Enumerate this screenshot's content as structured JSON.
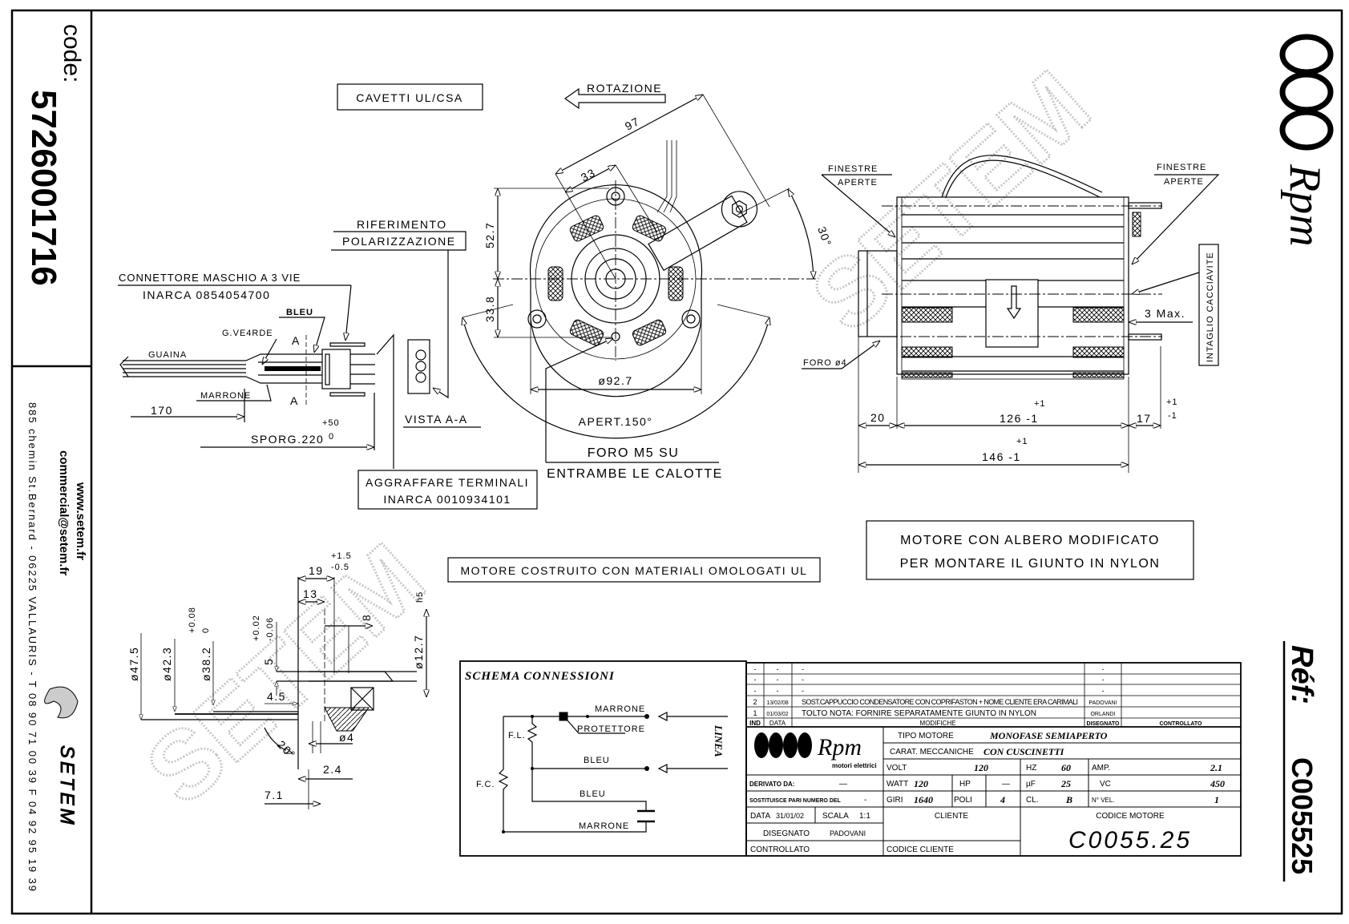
{
  "sidebar": {
    "code_label": "code:",
    "code": "5726001716",
    "website": "www.setem.fr",
    "email": "commercial@setem.fr",
    "address": "885 chemin St.Bernard - 06225 VALLAURIS - T 08 90 71 00 39  F 04 92 95 19 39",
    "logo": "SETEM"
  },
  "right_strip": {
    "logo": "Rpm",
    "ref_label": "Réf:",
    "ref": "C005525"
  },
  "watermark": "SETEM",
  "notes": {
    "cables": "CAVETTI UL/CSA",
    "rotation": "ROTAZIONE",
    "materials": "MOTORE COSTRUITO CON MATERIALI OMOLOGATI UL",
    "shaft_note_1": "MOTORE CON ALBERO MODIFICATO",
    "shaft_note_2": "PER MONTARE IL GIUNTO IN NYLON"
  },
  "connector": {
    "riferimento": "RIFERIMENTO",
    "polarizzazione": "POLARIZZAZIONE",
    "connettore": "CONNETTORE MASCHIO A 3 VIE",
    "connettore_code": "INARCA 0854054700",
    "bleu": "BLEU",
    "verde": "G.VE4RDE",
    "guaina": "GUAINA",
    "marrone": "MARRONE",
    "section": "A",
    "dim_170": "170",
    "sporg": "SPORG.220",
    "sporg_plus": "+50",
    "sporg_minus": "0",
    "vista": "VISTA A-A",
    "aggraffare": "AGGRAFFARE TERMINALI",
    "aggraffare_code": "INARCA 0010934101"
  },
  "front_view": {
    "dim_97": "97",
    "dim_33": "33",
    "dim_52_7": "52.7",
    "dim_33_8": "33.8",
    "dim_30": "30°",
    "dim_diam": "ø92.7",
    "apert": "APERT.150°",
    "foro_1": "FORO M5 SU",
    "foro_2": "ENTRAMBE LE CALOTTE"
  },
  "side_view": {
    "finestre": "FINESTRE",
    "aperte": "APERTE",
    "intaglio": "INTAGLIO CACCIAVITE",
    "max3": "3 Max.",
    "foro4": "FORO ø4",
    "dim_20": "20",
    "dim_126": "126 -1",
    "tol_plus1": "+1",
    "dim_17": "17",
    "tol_minus1": "-1",
    "dim_146": "146 -1"
  },
  "shaft": {
    "d47": "ø47.5",
    "d42": "ø42.3",
    "d38": "ø38.2",
    "d38_tol_plus": "+0.08",
    "d38_tol_minus": "0",
    "d5": "5",
    "d5_tol_plus": "+0.02",
    "d5_tol_minus": "-0.06",
    "l19": "19",
    "l19_tol_plus": "+1.5",
    "l19_tol_minus": "-0.5",
    "l13": "13",
    "l8": "8",
    "d12": "ø12.7",
    "d12_tol": "h5",
    "l4_5": "4.5",
    "angle": "20°",
    "hole": "ø4",
    "l2_4": "2.4",
    "l7_1": "7.1"
  },
  "schema": {
    "title": "SCHEMA CONNESSIONI",
    "marrone": "MARRONE",
    "protettore": "PROTETTORE",
    "bleu": "BLEU",
    "bleu2": "BLEU",
    "marrone2": "MARRONE",
    "fl": "F.L.",
    "fc": "F.C.",
    "linea": "LINEA"
  },
  "revisions": {
    "rows": [
      {
        "ind": "-",
        "data": "-",
        "modifiche": "-",
        "disegnato": "-",
        "controllato": ""
      },
      {
        "ind": "-",
        "data": "-",
        "modifiche": "-",
        "disegnato": "-",
        "controllato": ""
      },
      {
        "ind": "-",
        "data": "-",
        "modifiche": "-",
        "disegnato": "-",
        "controllato": ""
      },
      {
        "ind": "2",
        "data": "13/02/08",
        "modifiche": "SOST.CAPPUCCIO CONDENSATORE CON COPRIFASTON + NOME CLIENTE ERA CARIMALI",
        "disegnato": "PADOVANI",
        "controllato": ""
      },
      {
        "ind": "1",
        "data": "01/03/02",
        "modifiche": "TOLTO NOTA: FORNIRE SEPARATAMENTE GIUNTO IN NYLON",
        "disegnato": "ORLANDI",
        "controllato": ""
      }
    ],
    "headers": {
      "ind": "IND",
      "data": "DATA",
      "modifiche": "MODIFICHE",
      "disegnato": "DISEGNATO",
      "controllato": "CONTROLLATO"
    }
  },
  "title_block": {
    "logo": "Rpm",
    "logo_sub": "motori elettrici",
    "tipo_label": "TIPO MOTORE",
    "tipo": "MONOFASE SEMIAPERTO",
    "carat_label": "CARAT. MECCANICHE",
    "carat": "CON CUSCINETTI",
    "volt_label": "VOLT",
    "volt": "120",
    "hz_label": "HZ",
    "hz": "60",
    "amp_label": "AMP.",
    "amp": "2.1",
    "watt_label": "WATT",
    "watt": "120",
    "hp_label": "HP",
    "hp": "—",
    "uf_label": "µF",
    "uf": "25",
    "vc_label": "VC",
    "vc": "450",
    "giri_label": "GIRI",
    "giri": "1640",
    "poli_label": "POLI",
    "poli": "4",
    "cl_label": "CL.",
    "cl": "B",
    "nvel_label": "N° VEL.",
    "nvel": "1",
    "derivato_label": "DERIVATO DA:",
    "derivato": "—",
    "sostituisce_label": "SOSTITUISCE PARI NUMERO DEL",
    "sostituisce": "-",
    "data_label": "DATA",
    "data": "31/01/02",
    "scala_label": "SCALA",
    "scala": "1:1",
    "disegnato_label": "DISEGNATO",
    "disegnato": "PADOVANI",
    "controllato_label": "CONTROLLATO",
    "cliente_label": "CLIENTE",
    "codice_cliente_label": "CODICE CLIENTE",
    "codice_motore_label": "CODICE MOTORE",
    "codice_motore": "C0055.25"
  }
}
